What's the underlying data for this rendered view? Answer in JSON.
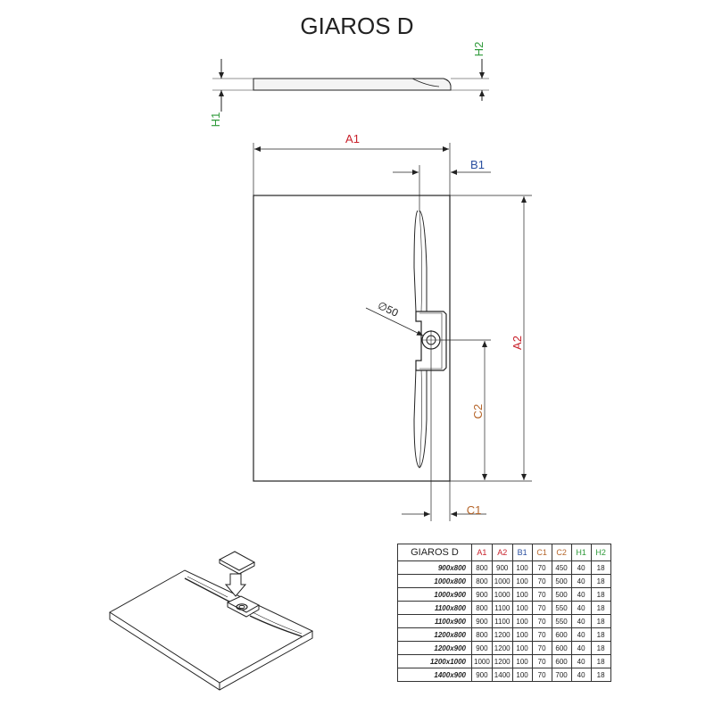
{
  "title": "GIAROS D",
  "colors": {
    "red": "#c8202a",
    "blue": "#2a4fa0",
    "orange": "#b5652a",
    "green": "#2f9a3a",
    "line": "#222222"
  },
  "dimensions": {
    "a1": "A1",
    "a2": "A2",
    "b1": "B1",
    "c1": "C1",
    "c2": "C2",
    "h1": "H1",
    "h2": "H2",
    "drain": "∅50"
  },
  "table": {
    "name": "GIAROS D",
    "headers": [
      {
        "label": "A1",
        "color": "#c8202a"
      },
      {
        "label": "A2",
        "color": "#c8202a"
      },
      {
        "label": "B1",
        "color": "#2a4fa0"
      },
      {
        "label": "C1",
        "color": "#b5652a"
      },
      {
        "label": "C2",
        "color": "#b5652a"
      },
      {
        "label": "H1",
        "color": "#2f9a3a"
      },
      {
        "label": "H2",
        "color": "#2f9a3a"
      }
    ],
    "rows": [
      {
        "size": "900x800",
        "values": [
          "800",
          "900",
          "100",
          "70",
          "450",
          "40",
          "18"
        ]
      },
      {
        "size": "1000x800",
        "values": [
          "800",
          "1000",
          "100",
          "70",
          "500",
          "40",
          "18"
        ]
      },
      {
        "size": "1000x900",
        "values": [
          "900",
          "1000",
          "100",
          "70",
          "500",
          "40",
          "18"
        ]
      },
      {
        "size": "1100x800",
        "values": [
          "800",
          "1100",
          "100",
          "70",
          "550",
          "40",
          "18"
        ]
      },
      {
        "size": "1100x900",
        "values": [
          "900",
          "1100",
          "100",
          "70",
          "550",
          "40",
          "18"
        ]
      },
      {
        "size": "1200x800",
        "values": [
          "800",
          "1200",
          "100",
          "70",
          "600",
          "40",
          "18"
        ]
      },
      {
        "size": "1200x900",
        "values": [
          "900",
          "1200",
          "100",
          "70",
          "600",
          "40",
          "18"
        ]
      },
      {
        "size": "1200x1000",
        "values": [
          "1000",
          "1200",
          "100",
          "70",
          "600",
          "40",
          "18"
        ]
      },
      {
        "size": "1400x900",
        "values": [
          "900",
          "1400",
          "100",
          "70",
          "700",
          "40",
          "18"
        ]
      }
    ]
  }
}
